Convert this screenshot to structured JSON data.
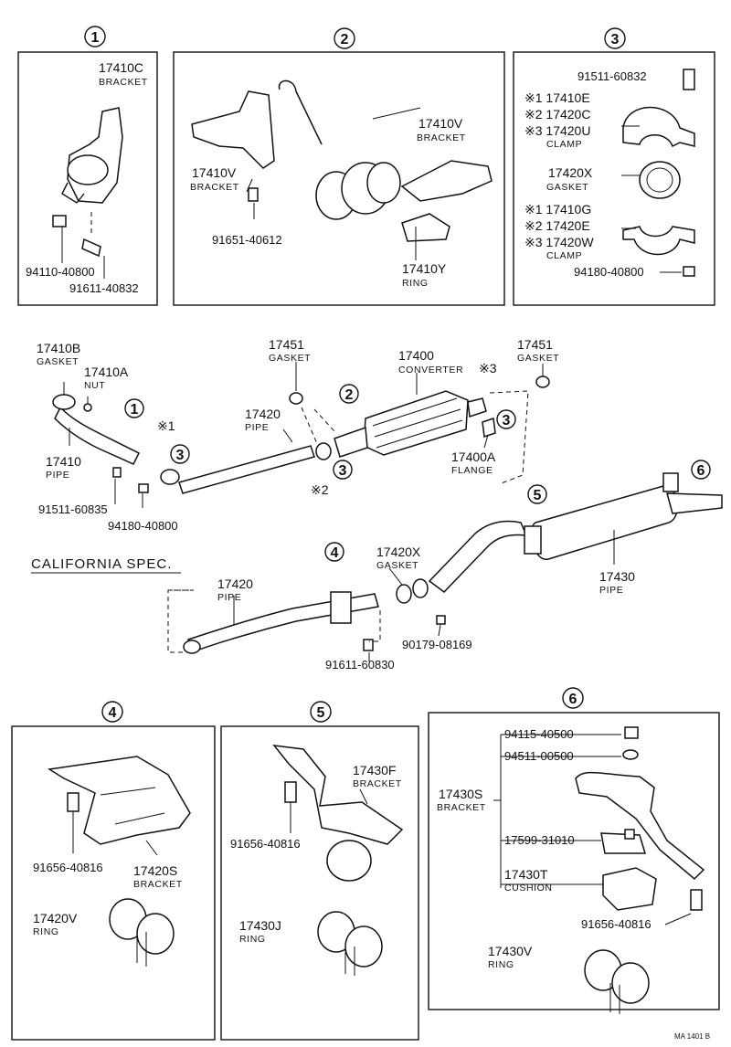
{
  "callouts": [
    "1",
    "2",
    "3",
    "4",
    "5",
    "6"
  ],
  "panel1": {
    "bracket_pn": "17410C",
    "bracket_lbl": "BRACKET",
    "nut_pn": "94110-40800",
    "bolt_pn": "91611-40832"
  },
  "panel2": {
    "bracket_left_pn": "17410V",
    "bracket_left_lbl": "BRACKET",
    "bracket_right_pn": "17410V",
    "bracket_right_lbl": "BRACKET",
    "bolt_pn": "91651-40612",
    "ring_pn": "17410Y",
    "ring_lbl": "RING"
  },
  "panel3": {
    "bolt_pn": "91511-60832",
    "upper_1": "※1 17410E",
    "upper_2": "※2 17420C",
    "upper_3": "※3 17420U",
    "upper_lbl": "CLAMP",
    "gasket_pn": "17420X",
    "gasket_lbl": "GASKET",
    "lower_1": "※1 17410G",
    "lower_2": "※2 17420E",
    "lower_3": "※3 17420W",
    "lower_lbl": "CLAMP",
    "nut_pn": "94180-40800"
  },
  "main": {
    "gasket_a_pn": "17410B",
    "gasket_a_lbl": "GASKET",
    "nut_pn": "17410A",
    "nut_lbl": "NUT",
    "pipe_front_pn": "17410",
    "pipe_front_lbl": "PIPE",
    "bolt_a_pn": "91511-60835",
    "nut_b_pn": "94180-40800",
    "gasket_b_pn": "17451",
    "gasket_b_lbl": "GASKET",
    "pipe_center_pn": "17420",
    "pipe_center_lbl": "PIPE",
    "converter_pn": "17400",
    "converter_lbl": "CONVERTER",
    "gasket_c_pn": "17451",
    "gasket_c_lbl": "GASKET",
    "flange_pn": "17400A",
    "flange_lbl": "FLANGE",
    "mark1": "※1",
    "mark2": "※2",
    "mark3": "※3",
    "california": "CALIFORNIA SPEC.",
    "cal_pipe_pn": "17420",
    "cal_pipe_lbl": "PIPE",
    "cal_gasket_pn": "17420X",
    "cal_gasket_lbl": "GASKET",
    "tail_pipe_pn": "17430",
    "tail_pipe_lbl": "PIPE",
    "nut_c_pn": "90179-08169",
    "bolt_b_pn": "91611-60830"
  },
  "panel4": {
    "bolt_pn": "91656-40816",
    "bracket_pn": "17420S",
    "bracket_lbl": "BRACKET",
    "ring_pn": "17420V",
    "ring_lbl": "RING"
  },
  "panel5": {
    "bracket_pn": "17430F",
    "bracket_lbl": "BRACKET",
    "bolt_pn": "91656-40816",
    "ring_pn": "17430J",
    "ring_lbl": "RING"
  },
  "panel6": {
    "nut_a_pn": "94115-40500",
    "washer_pn": "94511-00500",
    "bracket_pn": "17430S",
    "bracket_lbl": "BRACKET",
    "clamp_pn": "17599-31010",
    "cushion_pn": "17430T",
    "cushion_lbl": "CUSHION",
    "bolt_pn": "91656-40816",
    "ring_pn": "17430V",
    "ring_lbl": "RING"
  },
  "footer_code": "MA 1401 B"
}
